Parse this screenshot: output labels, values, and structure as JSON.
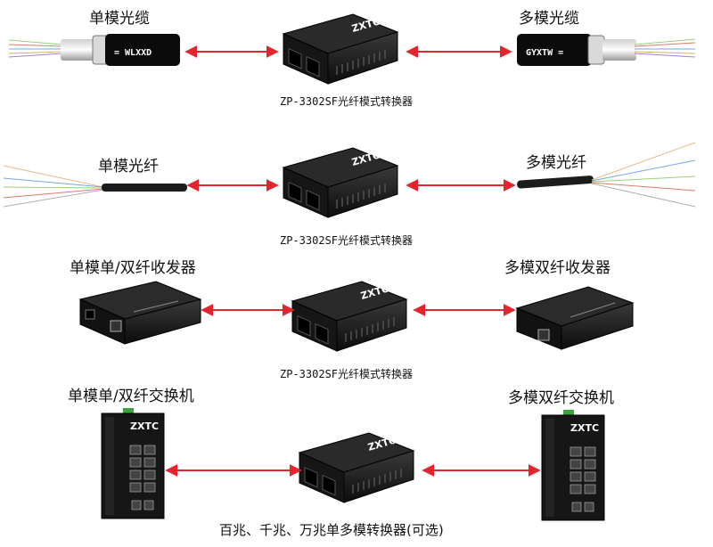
{
  "row1": {
    "left_label": "单模光缆",
    "right_label": "多模光缆",
    "left_cable_text": "= WLXXD",
    "right_cable_text": "GYXTW =",
    "converter_caption": "ZP-3302SF光纤模式转换器"
  },
  "row2": {
    "left_label": "单模光纤",
    "right_label": "多模光纤",
    "converter_caption": "ZP-3302SF光纤模式转换器"
  },
  "row3": {
    "left_label": "单模单/双纤收发器",
    "right_label": "多模双纤收发器",
    "converter_caption": "ZP-3302SF光纤模式转换器"
  },
  "row4": {
    "left_label": "单模单/双纤交换机",
    "right_label": "多模双纤交换机",
    "converter_caption": "百兆、千兆、万兆单多模转换器(可选)"
  },
  "brand": "ZXTC",
  "colors": {
    "arrow": "#e3262e",
    "device": "#1b1b1b"
  }
}
